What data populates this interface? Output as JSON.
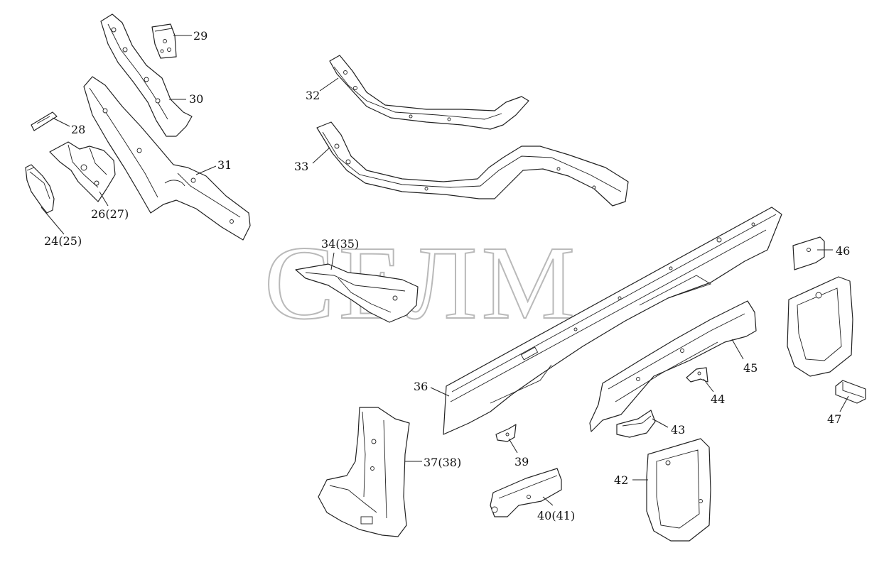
{
  "watermark": "СЕЛМ",
  "labels": [
    {
      "id": "24",
      "text": "24(25)"
    },
    {
      "id": "26",
      "text": "26(27)"
    },
    {
      "id": "28",
      "text": "28"
    },
    {
      "id": "29",
      "text": "29"
    },
    {
      "id": "30",
      "text": "30"
    },
    {
      "id": "31",
      "text": "31"
    },
    {
      "id": "32",
      "text": "32"
    },
    {
      "id": "33",
      "text": "33"
    },
    {
      "id": "34",
      "text": "34(35)"
    },
    {
      "id": "36",
      "text": "36"
    },
    {
      "id": "37",
      "text": "37(38)"
    },
    {
      "id": "39",
      "text": "39"
    },
    {
      "id": "40",
      "text": "40(41)"
    },
    {
      "id": "42",
      "text": "42"
    },
    {
      "id": "43",
      "text": "43"
    },
    {
      "id": "44",
      "text": "44"
    },
    {
      "id": "45",
      "text": "45"
    },
    {
      "id": "46",
      "text": "46"
    },
    {
      "id": "47",
      "text": "47"
    }
  ]
}
